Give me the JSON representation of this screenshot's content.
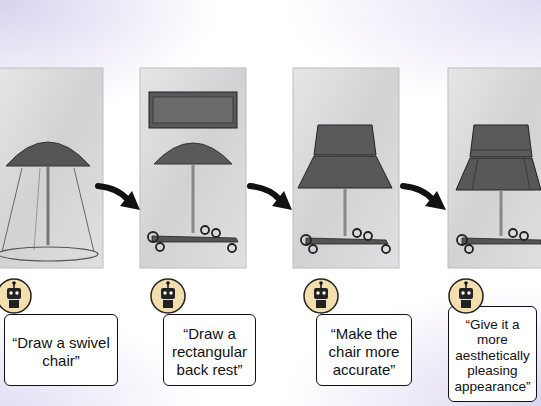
{
  "diagram": {
    "nodes": [
      {
        "text": [
          "“Draw a swivel chair”"
        ]
      },
      {
        "text": [
          "“Draw a rectangular back rest”"
        ]
      },
      {
        "text": [
          "“Make the chair more accurate”"
        ]
      },
      {
        "text": [
          "“Give it a more aesthetically pleasing appearance”"
        ]
      }
    ]
  }
}
